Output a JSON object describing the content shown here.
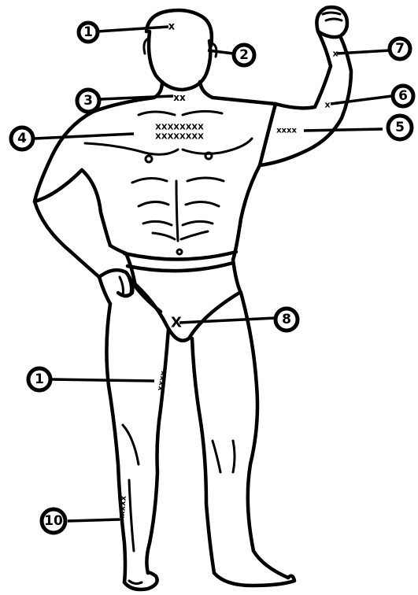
{
  "callouts": [
    {
      "id": "c1",
      "number": "1",
      "site": "forehead",
      "mark": "x"
    },
    {
      "id": "c2",
      "number": "2",
      "site": "jaw",
      "mark": ""
    },
    {
      "id": "c3",
      "number": "3",
      "site": "throat",
      "mark": "xx"
    },
    {
      "id": "c4",
      "number": "4",
      "site": "chest",
      "mark": "XXXXXXXX"
    },
    {
      "id": "c5",
      "number": "5",
      "site": "upper-arm",
      "mark": "xxxx"
    },
    {
      "id": "c6",
      "number": "6",
      "site": "inner-elbow",
      "mark": "x"
    },
    {
      "id": "c7",
      "number": "7",
      "site": "forearm",
      "mark": "x"
    },
    {
      "id": "c8",
      "number": "8",
      "site": "groin",
      "mark": "X"
    },
    {
      "id": "c9",
      "number": "1",
      "site": "inner-thigh",
      "mark": "xxxx"
    },
    {
      "id": "c10",
      "number": "10",
      "site": "lower-leg",
      "mark": "xxxxx"
    }
  ]
}
